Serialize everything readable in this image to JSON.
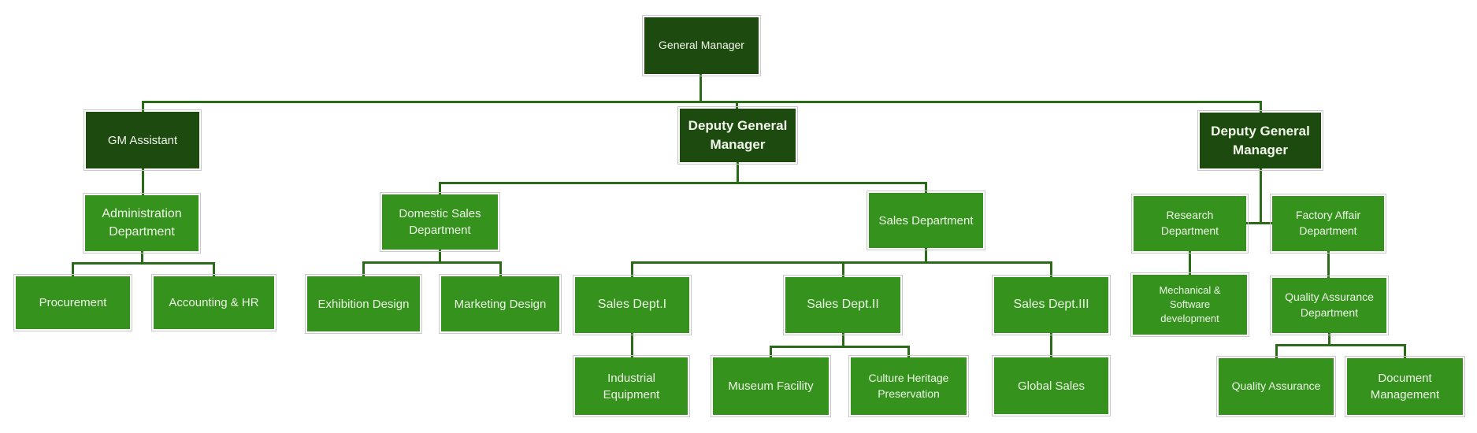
{
  "diagram_type": "org-chart",
  "colors": {
    "node_dark": "#1d4a0f",
    "node_light": "#35921d",
    "connector": "#2a6b18",
    "node_outline": "#c9c9c9",
    "text": "#eef6e8",
    "background": "#ffffff"
  },
  "nodes": {
    "general_manager": {
      "label": "General Manager",
      "parent": null
    },
    "gm_assistant": {
      "label": "GM Assistant",
      "parent": "General Manager"
    },
    "deputy_general_manager_1": {
      "label": "Deputy General\nManager",
      "parent": "General Manager"
    },
    "deputy_general_manager_2": {
      "label": "Deputy General\nManager",
      "parent": "General Manager"
    },
    "administration_department": {
      "label": "Administration\nDepartment",
      "parent": "GM Assistant"
    },
    "domestic_sales_department": {
      "label": "Domestic Sales\nDepartment",
      "parent": "Deputy General Manager"
    },
    "sales_department": {
      "label": "Sales Department",
      "parent": "Deputy General Manager"
    },
    "research_department": {
      "label": "Research\nDepartment",
      "parent": "Deputy General Manager"
    },
    "factory_affair_department": {
      "label": "Factory Affair\nDepartment",
      "parent": "Deputy General Manager"
    },
    "procurement": {
      "label": "Procurement",
      "parent": "Administration Department"
    },
    "accounting_hr": {
      "label": "Accounting & HR",
      "parent": "Administration Department"
    },
    "exhibition_design": {
      "label": "Exhibition Design",
      "parent": "Domestic Sales Department"
    },
    "marketing_design": {
      "label": "Marketing Design",
      "parent": "Domestic Sales Department"
    },
    "sales_dept_1": {
      "label": "Sales Dept.I",
      "parent": "Sales Department"
    },
    "sales_dept_2": {
      "label": "Sales Dept.II",
      "parent": "Sales Department"
    },
    "sales_dept_3": {
      "label": "Sales Dept.III",
      "parent": "Sales Department"
    },
    "mechanical_software_development": {
      "label": "Mechanical &\nSoftware\ndevelopment",
      "parent": "Research Department"
    },
    "quality_assurance_department": {
      "label": "Quality Assurance\nDepartment",
      "parent": "Factory Affair Department"
    },
    "industrial_equipment": {
      "label": "Industrial\nEquipment",
      "parent": "Sales Dept.I"
    },
    "museum_facility": {
      "label": "Museum Facility",
      "parent": "Sales Dept.II"
    },
    "culture_heritage_preservation": {
      "label": "Culture Heritage\nPreservation",
      "parent": "Sales Dept.II"
    },
    "global_sales": {
      "label": "Global Sales",
      "parent": "Sales Dept.III"
    },
    "quality_assurance": {
      "label": "Quality Assurance",
      "parent": "Quality Assurance Department"
    },
    "document_management": {
      "label": "Document\nManagement",
      "parent": "Quality Assurance Department"
    }
  }
}
